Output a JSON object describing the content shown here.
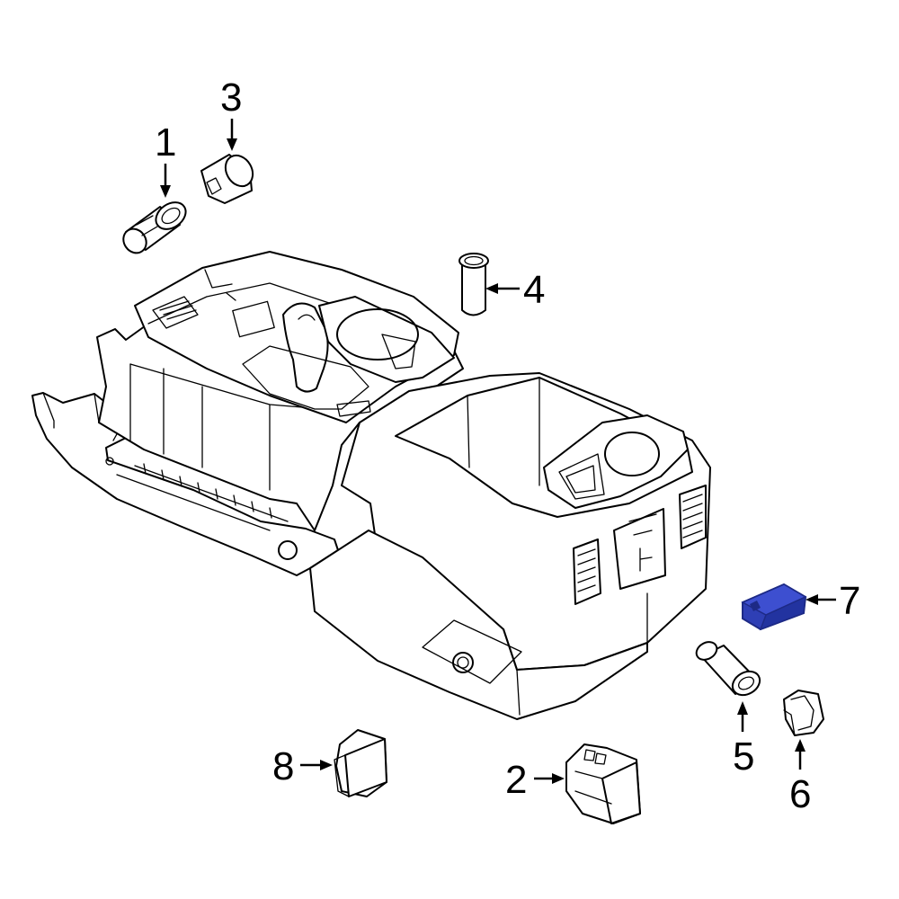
{
  "callouts": {
    "c1": "1",
    "c2": "2",
    "c3": "3",
    "c4": "4",
    "c5": "5",
    "c6": "6",
    "c7": "7",
    "c8": "8"
  },
  "colors": {
    "line": "#000000",
    "background": "#ffffff",
    "highlight_fill": "#2e3fb5",
    "highlight_dark": "#1d2a86"
  },
  "highlighted_part": "7"
}
